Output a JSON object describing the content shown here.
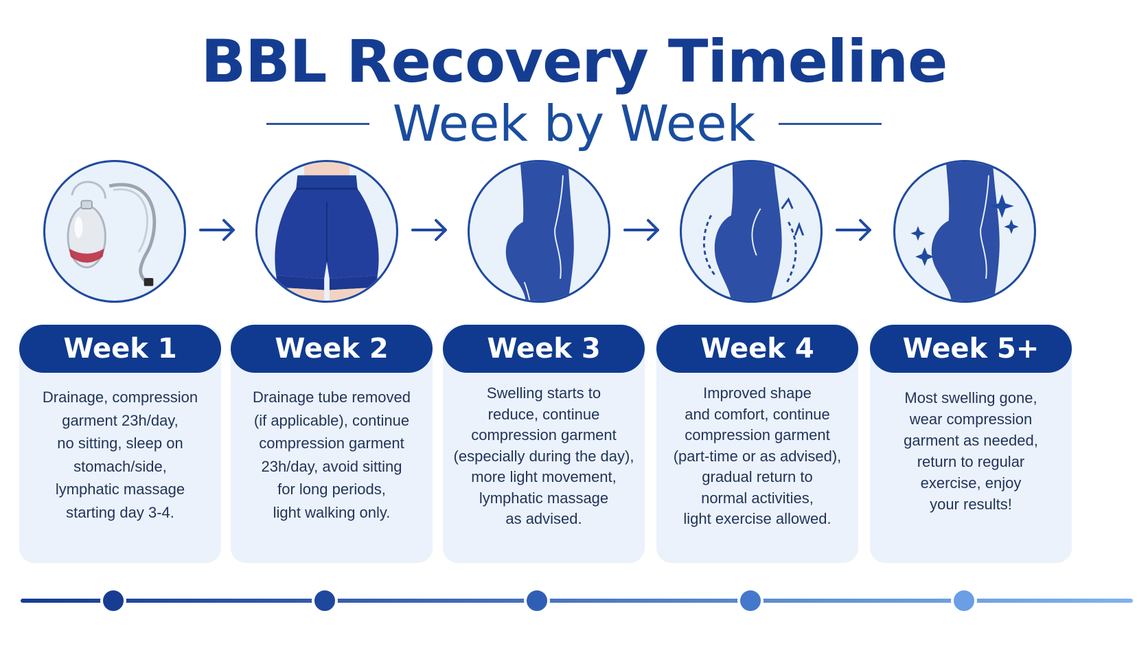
{
  "title": "BBL Recovery Timeline",
  "subtitle": "Week by Week",
  "colors": {
    "navy": "#0f3a8f",
    "blue": "#1f4aa0",
    "light_panel": "#ebf2fb",
    "progress_end": "#7fb2ee"
  },
  "stages": [
    {
      "label": "Week 1",
      "icon": "drainage-bulb-icon",
      "lines": [
        "Drainage, compression",
        "garment 23h/day,",
        "no sitting, sleep on",
        "stomach/side,",
        "lymphatic massage",
        "starting day 3-4."
      ]
    },
    {
      "label": "Week 2",
      "icon": "compression-shorts-icon",
      "lines": [
        "Drainage tube removed",
        "(if applicable), continue",
        "compression garment",
        "23h/day, avoid sitting",
        "for long periods,",
        "light walking only."
      ]
    },
    {
      "label": "Week 3",
      "icon": "body-silhouette-icon",
      "lines": [
        "Swelling starts to",
        "reduce, continue",
        "compression garment",
        "(especially during the day),",
        "more light movement,",
        "lymphatic massage",
        "as advised."
      ]
    },
    {
      "label": "Week 4",
      "icon": "shaping-silhouette-icon",
      "lines": [
        "Improved shape",
        "and comfort, continue",
        "compression garment",
        "(part-time or as advised),",
        "gradual return to",
        "normal activities,",
        "light exercise allowed."
      ]
    },
    {
      "label": "Week 5+",
      "icon": "sparkle-silhouette-icon",
      "lines": [
        "Most swelling gone,",
        "wear compression",
        "garment as needed,",
        "return to regular",
        "exercise, enjoy",
        "your results!"
      ]
    }
  ]
}
